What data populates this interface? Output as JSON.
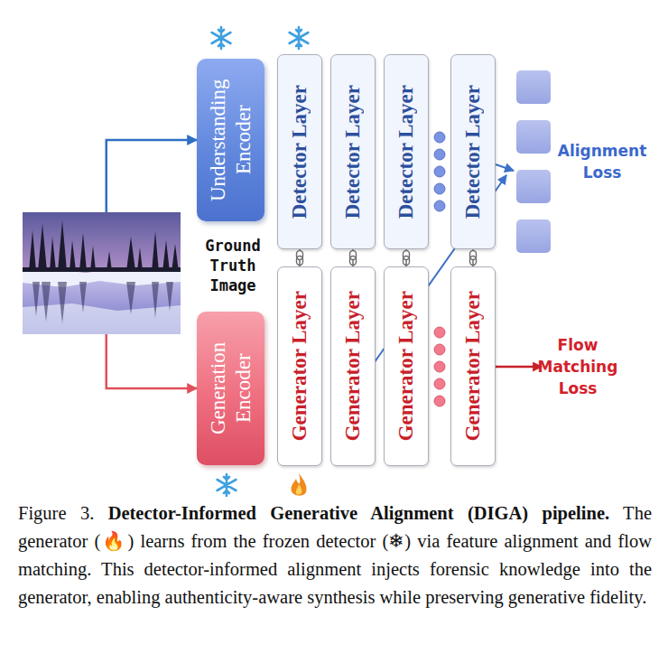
{
  "diagram": {
    "caption": "Figure 3. Detector-Informed Generative Alignment (DIGA) pipeline. The generator (🔥) learns from the frozen detector (❄) via feature alignment and flow matching. This detector-informed alignment injects forensic knowledge into the generator, enabling authenticity-aware synthesis while preserving generative fidelity.",
    "nodes": [
      {
        "text": [
          "Ground Truth Image"
        ]
      },
      {
        "text": [
          "Understanding Encoder"
        ]
      },
      {
        "text": [
          "Generation Encoder"
        ]
      },
      {
        "text": [
          "Detector Layer"
        ]
      },
      {
        "text": [
          "Detector Layer"
        ]
      },
      {
        "text": [
          "Detector Layer"
        ]
      },
      {
        "text": [
          "Detector Layer"
        ]
      },
      {
        "text": [
          "Generator Layer"
        ]
      },
      {
        "text": [
          "Generator Layer"
        ]
      },
      {
        "text": [
          "Generator Layer"
        ]
      },
      {
        "text": [
          "Generator Layer"
        ]
      }
    ],
    "edges": [
      {
        "from": 0,
        "to": 1,
        "arrow": "to"
      },
      {
        "from": 0,
        "to": 2,
        "arrow": "to"
      },
      {
        "from": 3,
        "to": 7,
        "arrow": "none"
      },
      {
        "from": 4,
        "to": 8,
        "arrow": "none"
      },
      {
        "from": 5,
        "to": 9,
        "arrow": "none"
      },
      {
        "from": 6,
        "to": 10,
        "arrow": "none"
      }
    ],
    "labels": [
      "Alignment Loss",
      "Flow Matching Loss"
    ]
  }
}
